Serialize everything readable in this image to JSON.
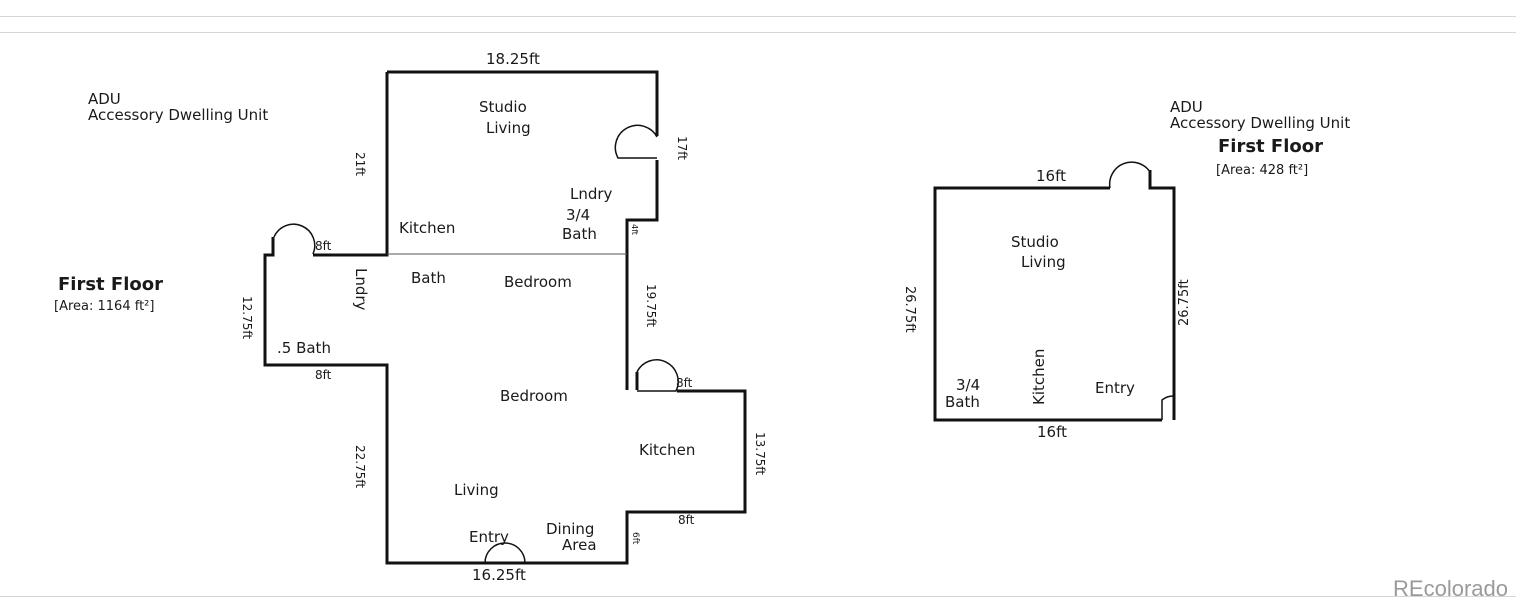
{
  "main_plan": {
    "adu_label": "ADU",
    "adu_subtitle": "Accessory Dwelling Unit",
    "floor_title": "First Floor",
    "area": "[Area: 1164 ft²]",
    "rooms": {
      "studio": "Studio",
      "living_top": "Living",
      "lndry_top": "Lndry",
      "bath_34_a": "3/4",
      "bath_34_b": "Bath",
      "kitchen_top": "Kitchen",
      "lndry_left": "Lndry",
      "bath": "Bath",
      "bedroom_1": "Bedroom",
      "half_bath": ".5 Bath",
      "bedroom_2": "Bedroom",
      "kitchen_right": "Kitchen",
      "living_bottom": "Living",
      "dining_a": "Dining",
      "dining_b": "Area",
      "entry": "Entry"
    },
    "dimensions": {
      "top": "18.25ft",
      "left_top": "21ft",
      "right_top": "17ft",
      "small_right": "4ft",
      "door_8_a": "8ft",
      "left_mid": "12.75ft",
      "ledge_8": "8ft",
      "right_mid": "19.75ft",
      "door_8_b": "8ft",
      "left_bottom": "22.75ft",
      "right_bottom": "13.75ft",
      "ledge_8_b": "8ft",
      "small_6": "6ft",
      "bottom": "16.25ft"
    }
  },
  "adu_plan": {
    "adu_label": "ADU",
    "adu_subtitle": "Accessory Dwelling Unit",
    "floor_title": "First Floor",
    "area": "[Area: 428 ft²]",
    "rooms": {
      "studio": "Studio",
      "living": "Living",
      "bath_a": "3/4",
      "bath_b": "Bath",
      "kitchen": "Kitchen",
      "entry": "Entry"
    },
    "dimensions": {
      "top": "16ft",
      "left": "26.75ft",
      "right": "26.75ft",
      "bottom": "16ft"
    }
  },
  "watermark": "REcolorado"
}
